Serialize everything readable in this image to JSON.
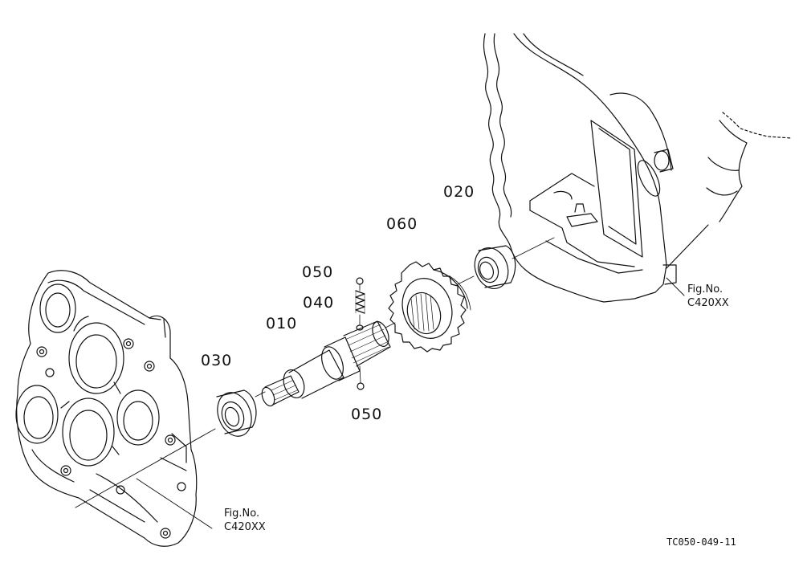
{
  "callouts": [
    {
      "id": "020",
      "label": "020"
    },
    {
      "id": "060",
      "label": "060"
    },
    {
      "id": "050a",
      "label": "050"
    },
    {
      "id": "040",
      "label": "040"
    },
    {
      "id": "010",
      "label": "010"
    },
    {
      "id": "030",
      "label": "030"
    },
    {
      "id": "050b",
      "label": "050"
    }
  ],
  "fig_refs": {
    "right": {
      "prefix": "Fig.No.",
      "code": "C420XX"
    },
    "left": {
      "prefix": "Fig.No.",
      "code": "C420XX"
    }
  },
  "document_id": "TC050-049-11",
  "colors": {
    "ink": "#111111",
    "paper": "#ffffff"
  }
}
